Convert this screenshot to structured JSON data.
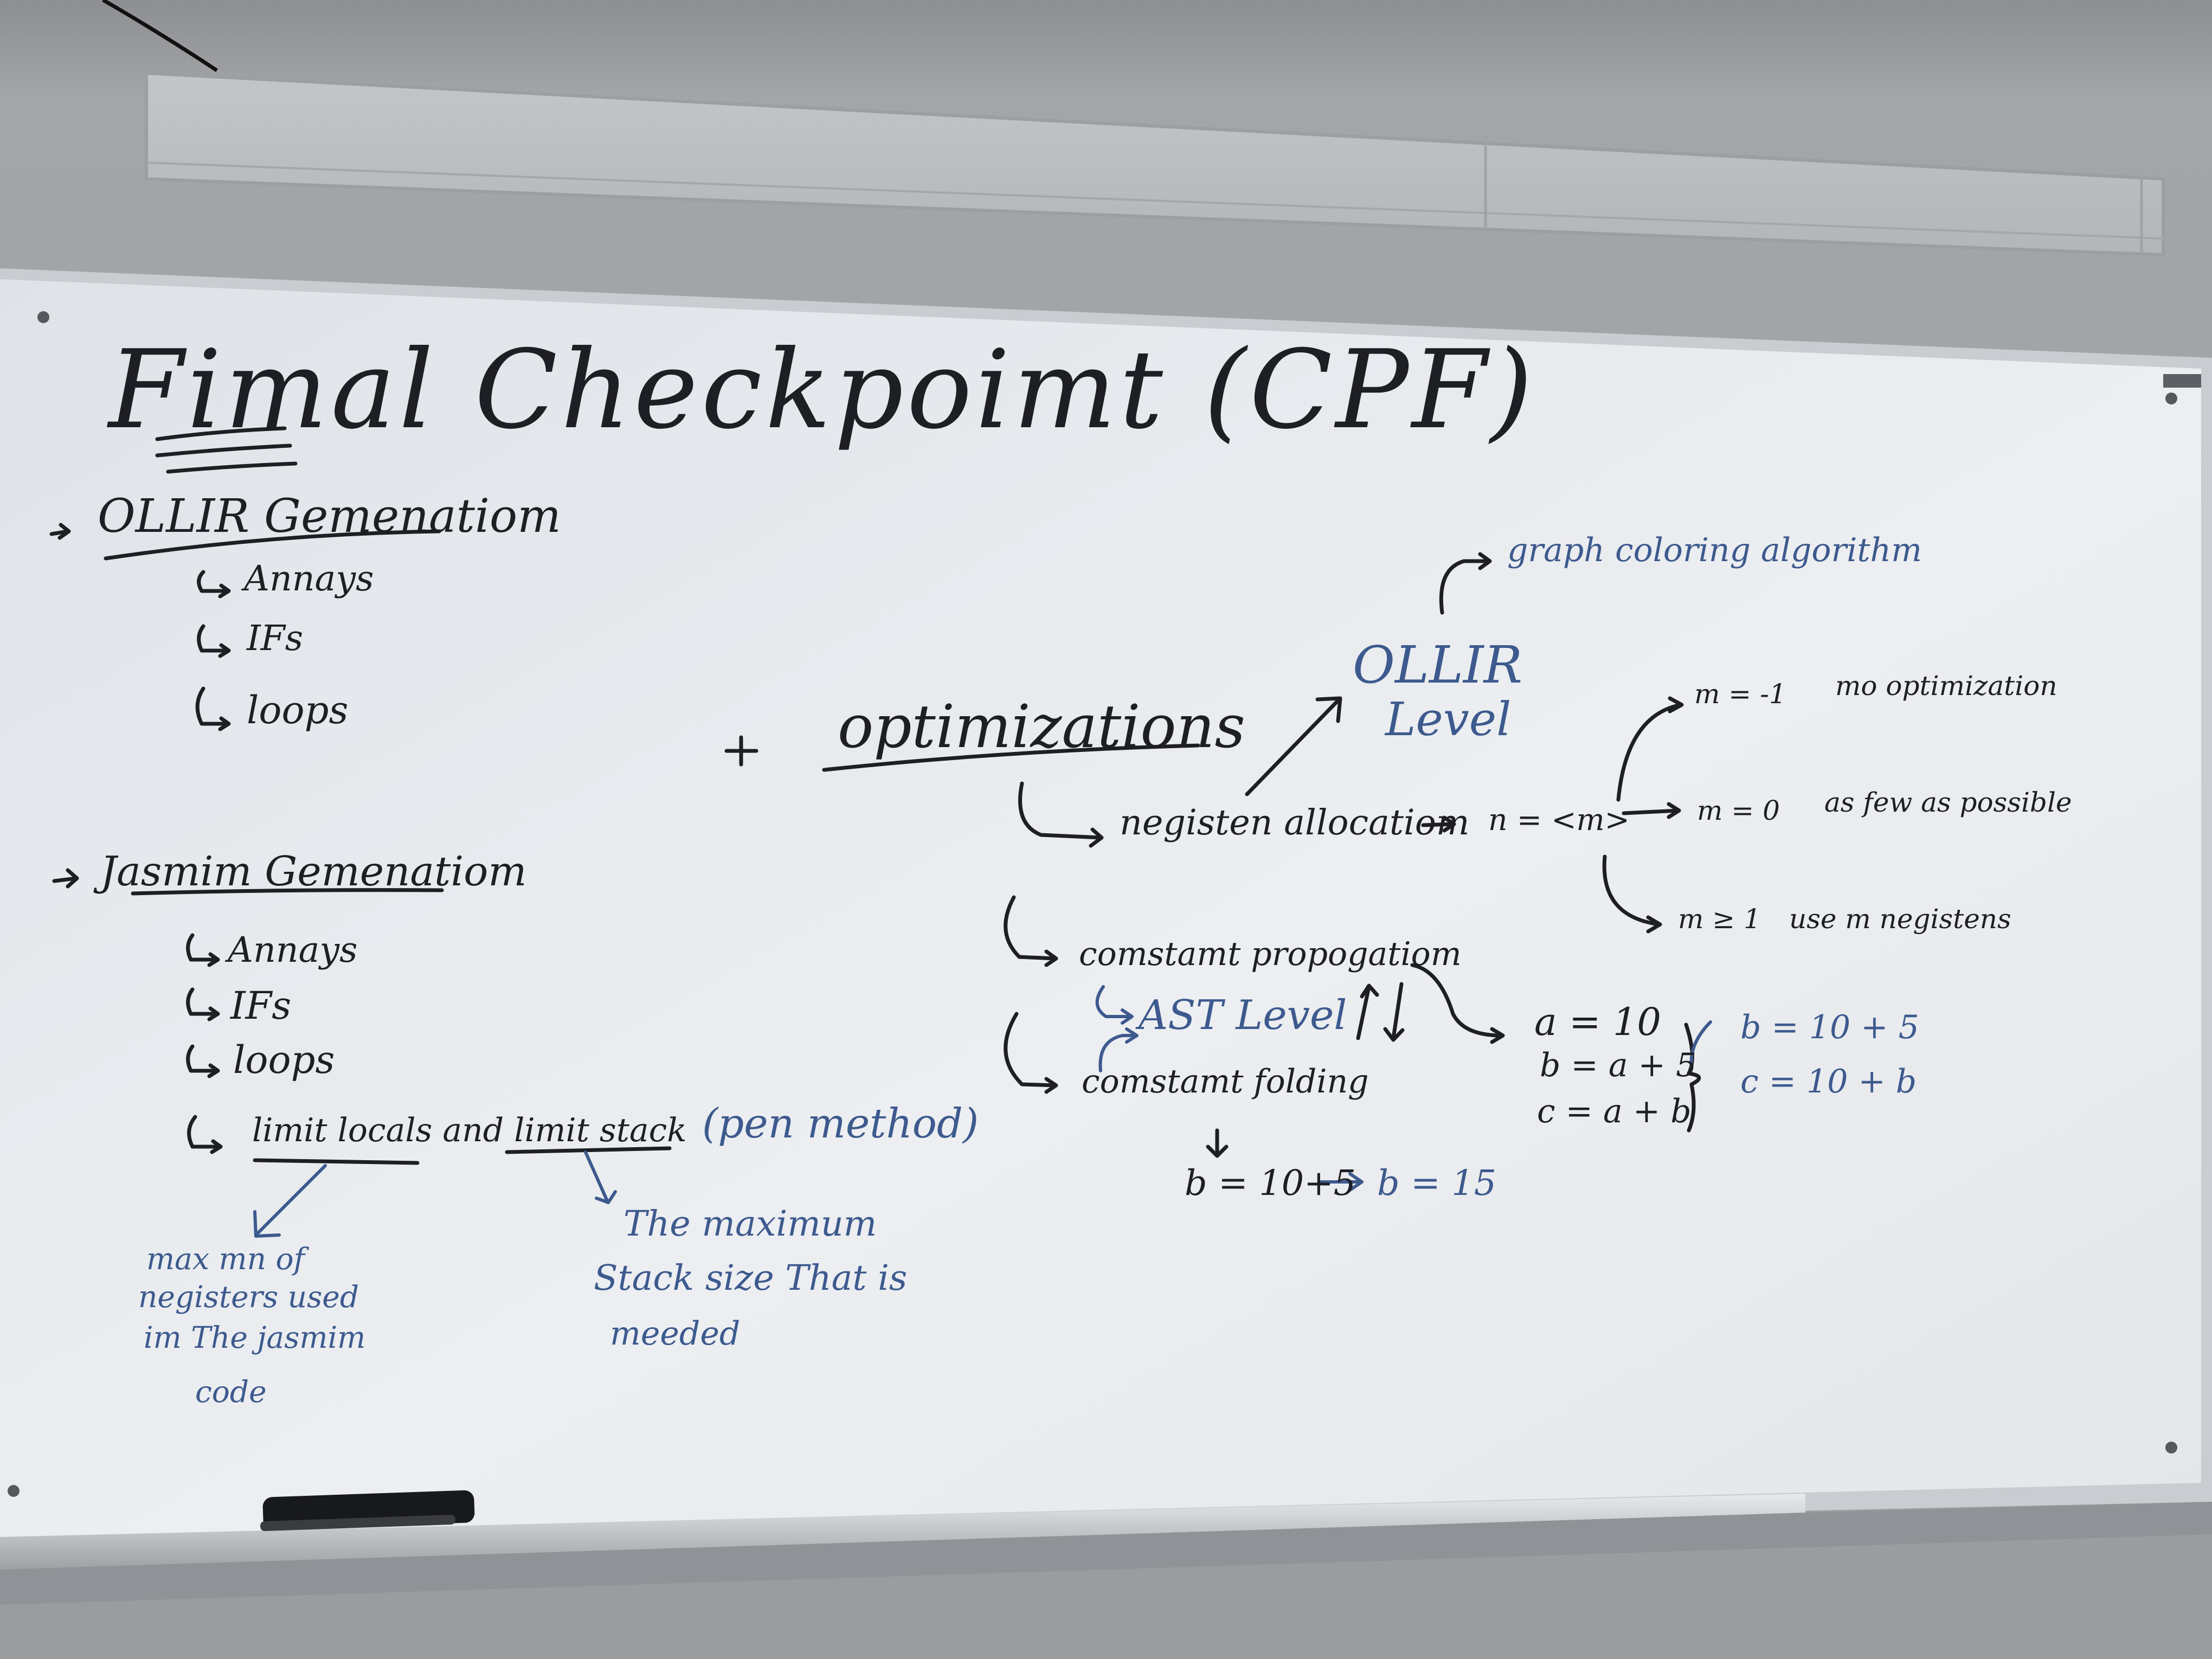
{
  "colors": {
    "wall": "#9a9c9f",
    "board_surface": "#e9ecef",
    "board_frame": "#c9ccd0",
    "ink_black": "#1e1f24",
    "ink_blue": "#3d5a8e",
    "marker": "#18191b"
  },
  "board": {
    "title": "Fimal Checkpoimt (CPF)",
    "ollir": {
      "heading": "OLLIR Gemenatiom",
      "items": [
        "Annays",
        "IFs",
        "loops"
      ]
    },
    "jasmin": {
      "heading": "Jasmim Gemenatiom",
      "items": [
        "Annays",
        "IFs",
        "loops"
      ],
      "limits_line": "limit locals and limit stack",
      "per_method": "(pen method)",
      "locals_note": [
        "max mn of",
        "negisters used",
        "im The jasmim",
        "code"
      ],
      "stack_note": [
        "The maximum",
        "Stack size That is",
        "meeded"
      ]
    },
    "plus": "+",
    "optimizations": {
      "heading": "optimizations",
      "register_allocation": "negisten allocatiom",
      "register_option": "n = <m>",
      "options": [
        {
          "value": "m = -1",
          "meaning": "mo optimization"
        },
        {
          "value": "m = 0",
          "meaning": "as few as possible"
        },
        {
          "value": "m ≥ 1",
          "meaning": "use m negistens"
        }
      ],
      "ollir_level": [
        "OLLIR",
        "Level"
      ],
      "graph_coloring": "graph coloring algorithm",
      "constant_propagation": "comstamt propogatiom",
      "ast_level": "AST Level",
      "constant_folding": "comstamt folding",
      "example_lines": [
        "a = 10",
        "b = a + 5",
        "c = a + b"
      ],
      "propagated_lines": [
        "b = 10 + 5",
        "c = 10 + b"
      ],
      "folding_input": "b = 10+5",
      "folding_result": "b = 15"
    }
  }
}
